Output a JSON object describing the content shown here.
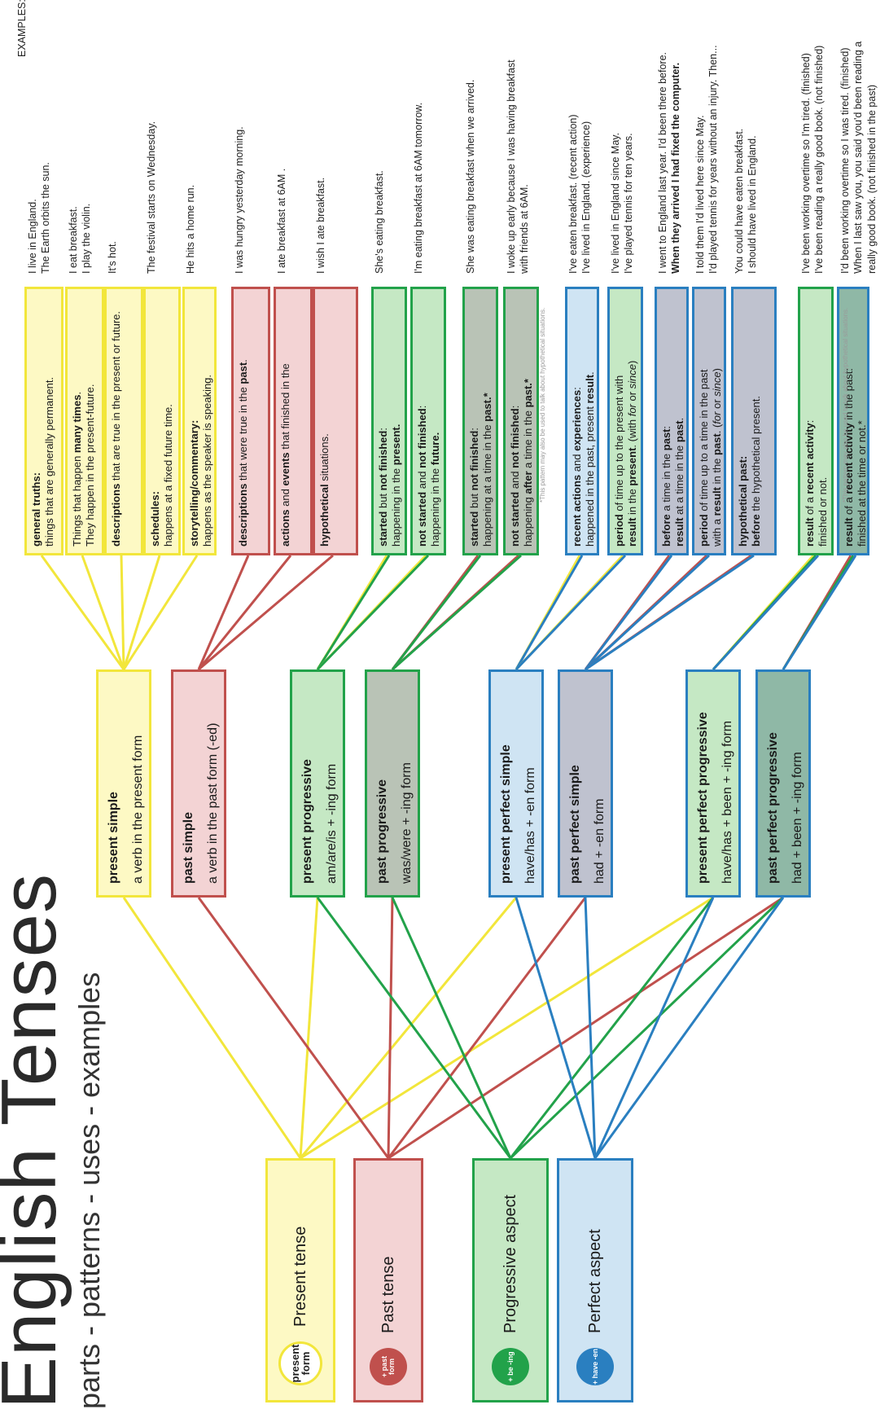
{
  "title": "English Tenses",
  "subtitle": "parts - patterns - uses - examples",
  "colors": {
    "yellow_border": "#f2e63b",
    "yellow_fill": "#fdf9c4",
    "red_border": "#c0504d",
    "red_fill": "#f3d3d4",
    "green_border": "#22a24a",
    "green_fill": "#c5e8c4",
    "gray_green_fill": "#b9c3b6",
    "blue_border": "#2a7fc0",
    "blue_fill": "#cfe4f3",
    "slate_fill": "#bfc2cf",
    "teal_fill": "#8fb8a6",
    "line_yellow": "#f2e63b",
    "line_red": "#c0504d",
    "line_green": "#22a24a",
    "line_blue": "#2a7fc0"
  },
  "parts": [
    {
      "label": "Present tense",
      "badge": "present form",
      "color": "yellow"
    },
    {
      "label": "Past tense",
      "badge": "+ past form",
      "color": "red"
    },
    {
      "label": "Progressive aspect",
      "badge": "+ be -ing",
      "color": "green"
    },
    {
      "label": "Perfect aspect",
      "badge": "+ have -en",
      "color": "blue"
    }
  ],
  "tenses": [
    {
      "name": "present simple",
      "pattern": "a verb in the present form"
    },
    {
      "name": "past simple",
      "pattern": "a verb in the past form (-ed)"
    },
    {
      "name": "present progressive",
      "pattern": "am/are/is + -ing form"
    },
    {
      "name": "past progressive",
      "pattern": "was/were + -ing form"
    },
    {
      "name": "present perfect simple",
      "pattern": "have/has + -en form"
    },
    {
      "name": "past perfect simple",
      "pattern": "had + -en form"
    },
    {
      "name": "present perfect progressive",
      "pattern": "have/has + been + -ing form"
    },
    {
      "name": "past perfect progressive",
      "pattern": "had + been + -ing form"
    }
  ],
  "uses": [
    {
      "html": "<b>general truths:</b><br>things that are generally permanent."
    },
    {
      "html": "Things that happen <b>many times</b>.<br>They happen in the present-future."
    },
    {
      "html": "<b>descriptions</b> that are true in the present or future."
    },
    {
      "html": "<b>schedules:</b><br>happens at a fixed future time."
    },
    {
      "html": "<b>storytelling/commentary:</b><br>happens as the speaker is speaking."
    },
    {
      "html": "<b>descriptions</b> that were true in the <b>past</b>."
    },
    {
      "html": "<b>actions</b> and <b>events</b> that finished in the"
    },
    {
      "html": "<b>hypothetical</b> situations."
    },
    {
      "html": "<b>started</b> but <b>not finished</b>:<br>happening in the <b>present.</b>"
    },
    {
      "html": "<b>not started</b> and <b>not finished</b>:<br>happening in the <b>future.</b>"
    },
    {
      "html": "<b>started</b> but <b>not finished</b>:<br>happening at a time in the <b>past.*</b>"
    },
    {
      "html": "<b>not started</b> and <b>not finished</b>:<br>happening <b>after</b> a time in the <b>past.*</b>"
    },
    {
      "html": "<b>recent actions</b> and <b>experiences</b>:<br>happened in the past, present <b>result</b>."
    },
    {
      "html": "<b>period</b> of time up to the present with<br><b>result</b> in the <b>present</b>. (with <i>for</i> or <i>since</i>)"
    },
    {
      "html": "<b>before</b> a time in the <b>past</b>:<br><b>result</b> at a time in the <b>past</b>."
    },
    {
      "html": "<b>period</b> of time up to a time in the past<br>with a <b>result</b> in the <b>past</b>. (<i>for</i> or <i>since</i>)"
    },
    {
      "html": "<b>hypothetical past:</b><br><b>before</b> the hypothetical present."
    },
    {
      "html": "<b>result</b> of a <b>recent activity</b>:<br>finished or not."
    },
    {
      "html": "<b>result</b> of a <b>recent activity</b> in the past:<br>finished at the time or not.*"
    }
  ],
  "footnote": "*This pattern may also be used to talk about hypothetical situations.",
  "examples_title": "EXAMPLES:",
  "examples": [
    [
      "I live in England.",
      "The Earth orbits the sun."
    ],
    [
      "I eat breakfast.",
      "I play the violin."
    ],
    [
      "It's hot."
    ],
    [
      "The festival starts on Wednesday."
    ],
    [
      "He hits a home run."
    ],
    [
      "I was hungry yesterday morning."
    ],
    [
      "I ate breakfast at 6AM ."
    ],
    [
      "I wish I ate breakfast."
    ],
    [
      "She's eating breakfast."
    ],
    [
      "I'm eating breakfast at 6AM tomorrow."
    ],
    [
      "She was eating breakfast when we arrived."
    ],
    [
      "I woke up early because I was having breakfast",
      "with friends at 6AM."
    ],
    [
      "I've eaten breakfast. (recent action)",
      "I've lived in England. (experience)"
    ],
    [
      "I've lived in England since May.",
      "I've played tennis for ten years."
    ],
    [
      "I went to England last year. I'd been there before.",
      "When they arrived I had fixed the computer."
    ],
    [
      "I told them I'd lived here since May.",
      "I'd played tennis for years without an injury. Then..."
    ],
    [
      "You could have eaten breakfast.",
      "I should have lived in England."
    ],
    [
      "I've been working overtime so I'm tired. (finished)",
      "I've been reading a really good book. (not finished)"
    ],
    [
      "I'd been working overtime so I was tired. (finished)",
      "When I last saw you, you said you'd been reading a",
      "really good book. (not finished in the past)"
    ]
  ]
}
